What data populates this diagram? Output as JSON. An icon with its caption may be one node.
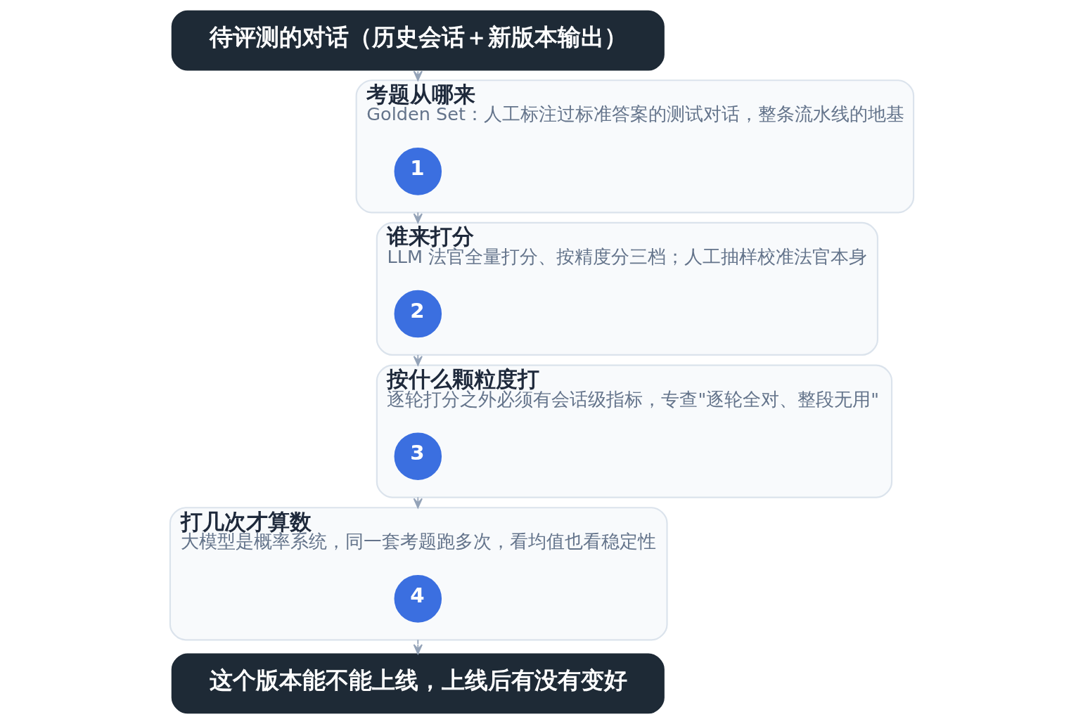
{
  "diagram": {
    "nodes": [
      {
        "text": [
          "待评测的对话（历史会话＋新版本输出）"
        ]
      },
      {
        "text": [
          "考题从哪来",
          "Golden Set：人工标注过标准答案的测试对话，整条流水线的地基"
        ]
      },
      {
        "text": [
          "1"
        ],
        "in": 1
      },
      {
        "text": [
          "谁来打分",
          "LLM 法官全量打分、按精度分三档；人工抽样校准法官本身"
        ]
      },
      {
        "text": [
          "2"
        ],
        "in": 3
      },
      {
        "text": [
          "按什么颗粒度打",
          "逐轮打分之外必须有会话级指标，专查\"逐轮全对、整段无用\""
        ]
      },
      {
        "text": [
          "3"
        ],
        "in": 5
      },
      {
        "text": [
          "打几次才算数",
          "大模型是概率系统，同一套考题跑多次，看均值也看稳定性"
        ]
      },
      {
        "text": [
          "4"
        ],
        "in": 7
      },
      {
        "text": [
          "这个版本能不能上线，上线后有没有变好"
        ]
      }
    ],
    "edges": [
      {
        "from": 0,
        "to": 1,
        "arrow": "to"
      },
      {
        "from": 1,
        "to": 3,
        "arrow": "to"
      },
      {
        "from": 3,
        "to": 5,
        "arrow": "to"
      },
      {
        "from": 5,
        "to": 7,
        "arrow": "to"
      },
      {
        "from": 7,
        "to": 9,
        "arrow": "to"
      }
    ]
  }
}
